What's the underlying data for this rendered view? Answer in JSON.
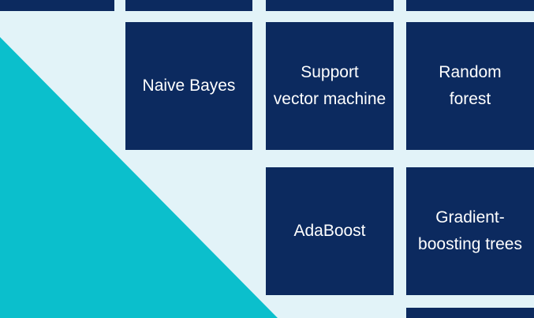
{
  "colors": {
    "background": "#e2f3f8",
    "accent_triangle": "#0bbfcc",
    "tile": "#0c2a5f",
    "tile_text": "#ffffff"
  },
  "tiles": {
    "naive_bayes": "Naive Bayes",
    "svm_line1": "Support",
    "svm_line2": "vector machine",
    "rf_line1": "Random",
    "rf_line2": "forest",
    "adaboost": "AdaBoost",
    "gbt_line1": "Gradient-",
    "gbt_line2": "boosting trees"
  }
}
